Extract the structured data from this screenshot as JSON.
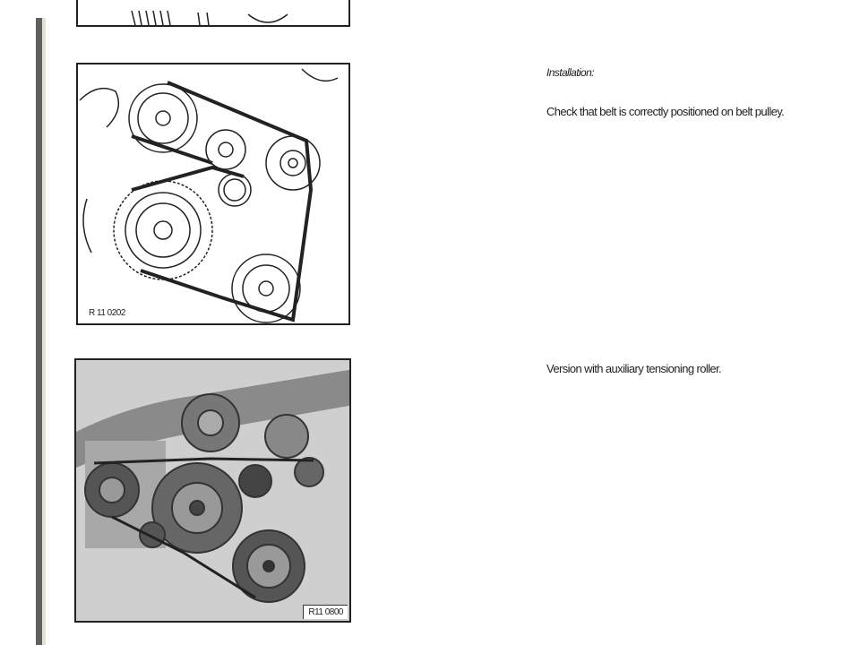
{
  "figures": [
    {
      "code": ""
    },
    {
      "code": "R 11 0202"
    },
    {
      "code": "R11 0800"
    }
  ],
  "text": {
    "installation_heading": "Installation:",
    "check_belt": "Check that belt is correctly positioned on belt pulley.",
    "version_note": "Version with auxiliary tensioning roller."
  }
}
